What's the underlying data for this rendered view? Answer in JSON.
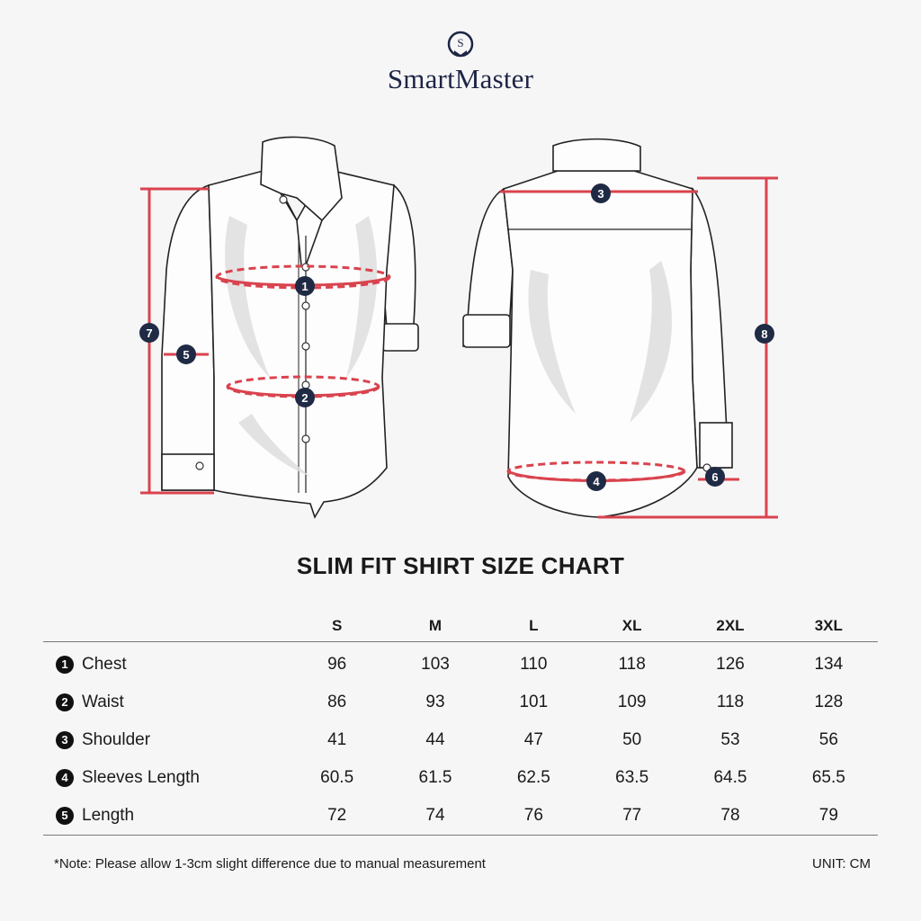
{
  "brand": {
    "name": "SmartMaster",
    "logo_letter": "S"
  },
  "colors": {
    "brand_navy": "#1d2545",
    "measure_red": "#d9434e",
    "marker_fill": "#1f2a44"
  },
  "illustration": {
    "markers": [
      "1",
      "2",
      "3",
      "4",
      "5",
      "6",
      "7",
      "8"
    ]
  },
  "chart_title": "SLIM FIT SHIRT SIZE CHART",
  "table": {
    "sizes": [
      "S",
      "M",
      "L",
      "XL",
      "2XL",
      "3XL"
    ],
    "rows": [
      {
        "num": "1",
        "label": "Chest",
        "values": [
          "96",
          "103",
          "110",
          "118",
          "126",
          "134"
        ]
      },
      {
        "num": "2",
        "label": "Waist",
        "values": [
          "86",
          "93",
          "101",
          "109",
          "118",
          "128"
        ]
      },
      {
        "num": "3",
        "label": "Shoulder",
        "values": [
          "41",
          "44",
          "47",
          "50",
          "53",
          "56"
        ]
      },
      {
        "num": "4",
        "label": "Sleeves Length",
        "values": [
          "60.5",
          "61.5",
          "62.5",
          "63.5",
          "64.5",
          "65.5"
        ]
      },
      {
        "num": "5",
        "label": "Length",
        "values": [
          "72",
          "74",
          "76",
          "77",
          "78",
          "79"
        ]
      }
    ]
  },
  "note": "*Note: Please allow 1-3cm slight difference due to manual measurement",
  "unit": "UNIT: CM"
}
